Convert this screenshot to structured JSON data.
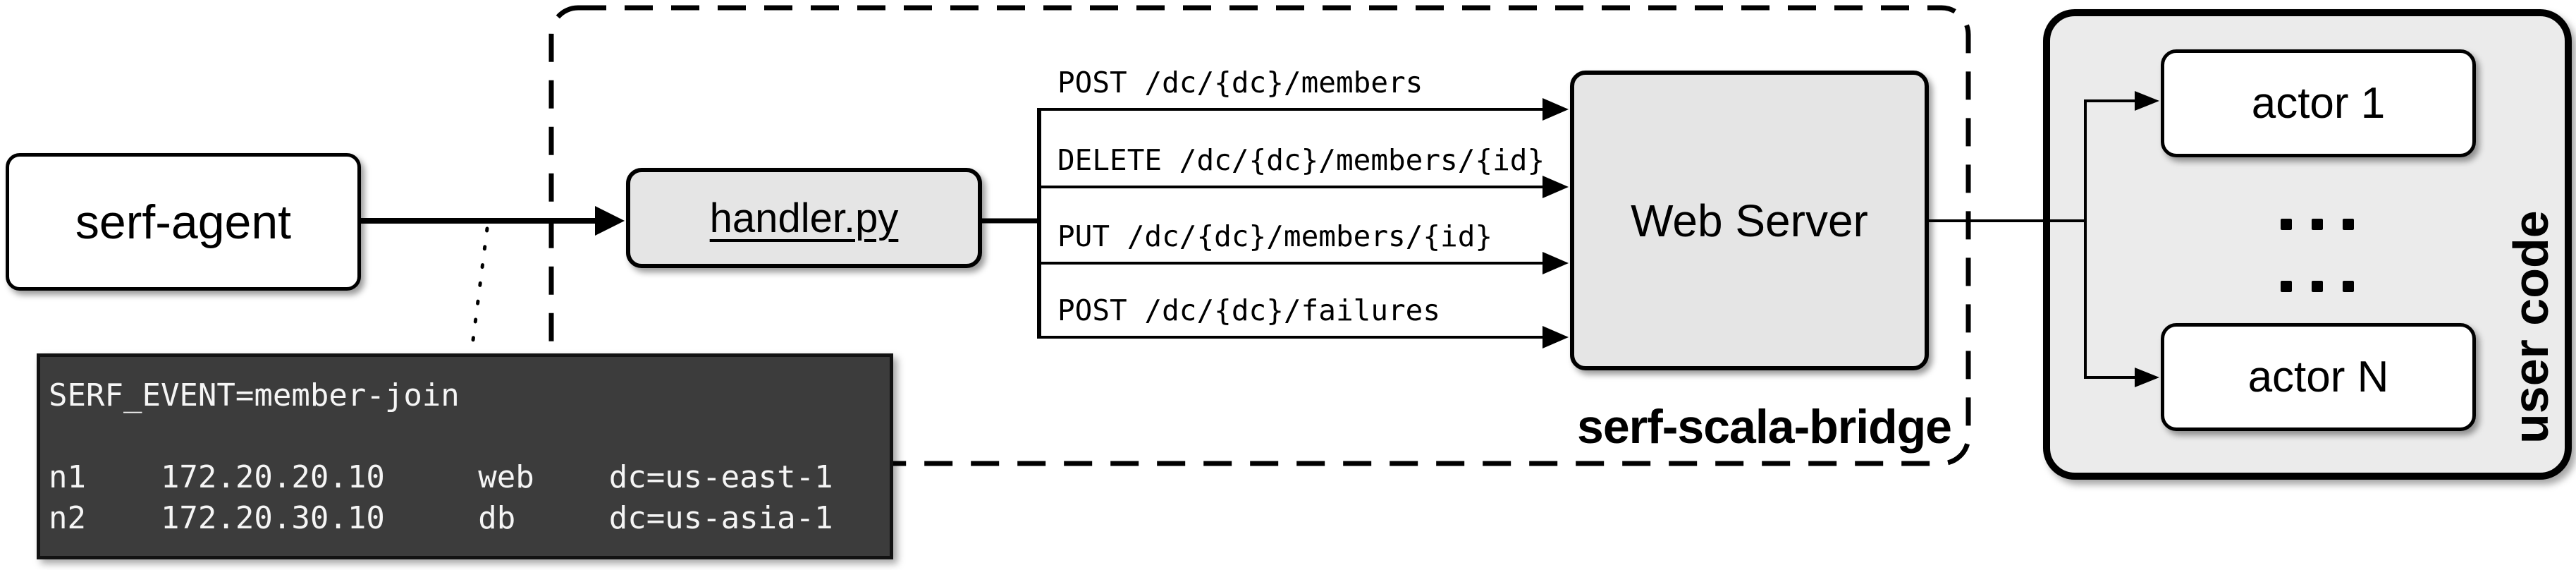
{
  "colors": {
    "line": "#000000",
    "box_fill_light_gray": "#e5e5e5",
    "user_container_fill": "#ebebeb",
    "terminal_background": "#3c3c3c",
    "terminal_text": "#f5f5f5"
  },
  "agent": {
    "label": "serf-agent"
  },
  "bridge": {
    "label": "serf-scala-bridge",
    "handler": {
      "label": "handler.py"
    },
    "web_server": {
      "label": "Web Server"
    },
    "endpoints": [
      "POST /dc/{dc}/members",
      "DELETE /dc/{dc}/members/{id}",
      "PUT /dc/{dc}/members/{id}",
      "POST /dc/{dc}/failures"
    ]
  },
  "user_code": {
    "label": "user code",
    "actor_first": {
      "label": "actor 1"
    },
    "actor_last": {
      "label": "actor N"
    }
  },
  "terminal": {
    "text": "SERF_EVENT=member-join\n\nn1    172.20.20.10     web    dc=us-east-1\nn2    172.20.30.10     db     dc=us-asia-1"
  }
}
